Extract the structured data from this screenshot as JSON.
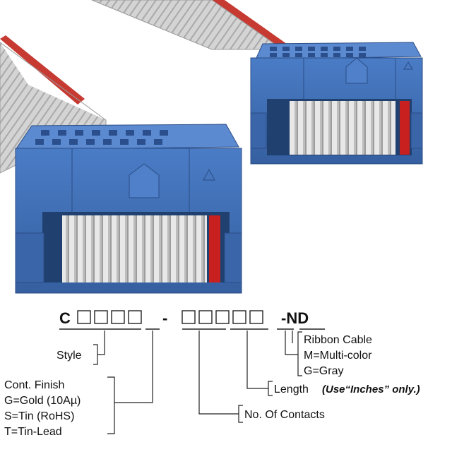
{
  "part_number": {
    "prefix": "C",
    "group1_boxes": 4,
    "separator1": "-",
    "group2_boxes": 5,
    "suffix": "-ND"
  },
  "legend": {
    "style": "Style",
    "cont_finish": {
      "title": "Cont. Finish",
      "options": [
        "G=Gold (10Aµ)",
        "S=Tin (RoHS)",
        "T=Tin-Lead"
      ]
    },
    "no_of_contacts": "No. Of Contacts",
    "length": {
      "label": "Length",
      "note": "(Use“Inches” only.)"
    },
    "ribbon_cable": {
      "title": "Ribbon Cable",
      "options": [
        "M=Multi-color",
        "G=Gray"
      ]
    }
  },
  "colors": {
    "connector_blue": "#3f6fb8",
    "connector_dark": "#2c528f",
    "cable_gray": "#c8c8c8",
    "red_stripe": "#c8201e"
  }
}
